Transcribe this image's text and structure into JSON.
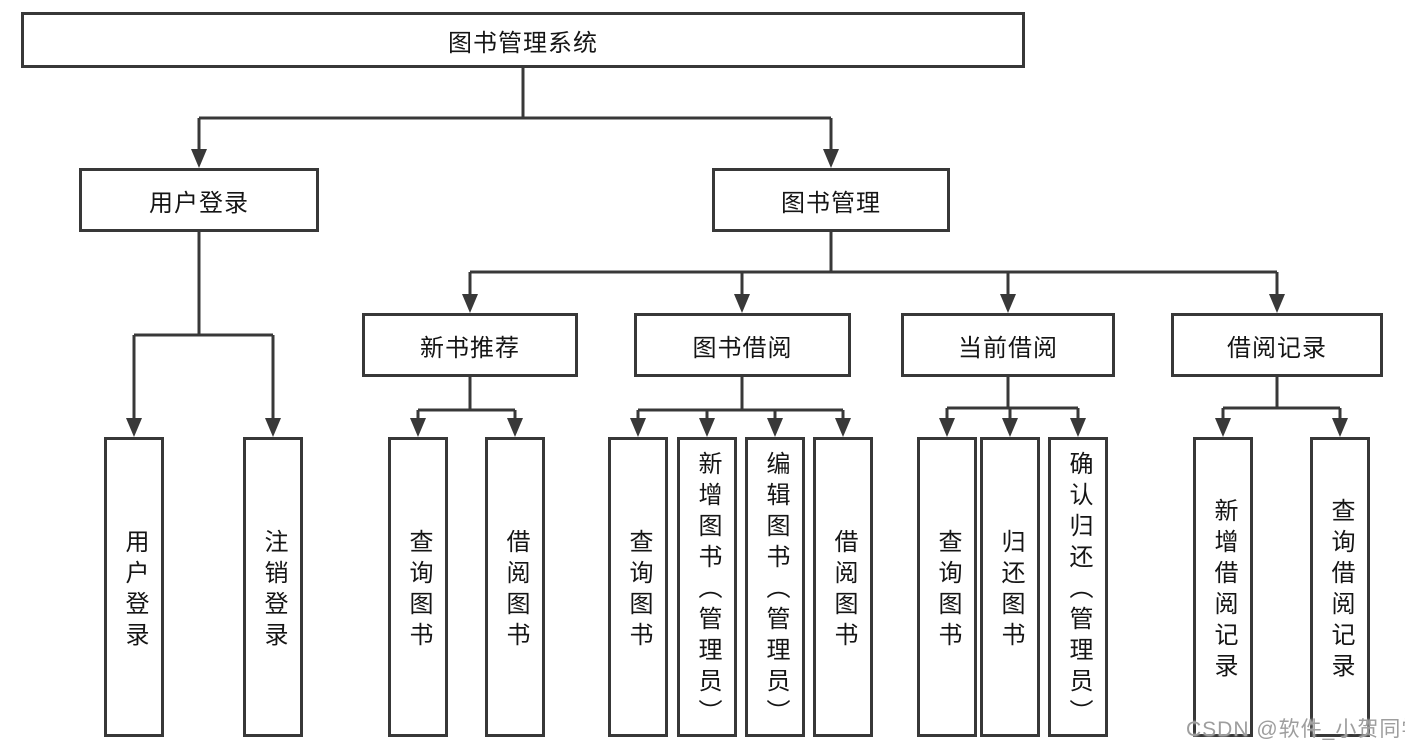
{
  "page": {
    "watermark": "CSDN @软件_小贺同学"
  },
  "colors": {
    "line": "#383838",
    "text": "#151515",
    "background": "#ffffff",
    "watermark": "#9e9e9e"
  },
  "nodes": {
    "root": "图书管理系统",
    "user_login": "用户登录",
    "book_mgmt": "图书管理",
    "new_book": "新书推荐",
    "book_borrow": "图书借阅",
    "current_borrow": "当前借阅",
    "borrow_record": "借阅记录",
    "leaf_user_login": "用户登录",
    "leaf_logout": "注销登录",
    "leaf_nb_query": "查询图书",
    "leaf_nb_borrow": "借阅图书",
    "leaf_bb_query": "查询图书",
    "leaf_bb_add": "新增图书（管理员）",
    "leaf_bb_edit": "编辑图书（管理员）",
    "leaf_bb_borrow": "借阅图书",
    "leaf_cb_query": "查询图书",
    "leaf_cb_return": "归还图书",
    "leaf_cb_confirm": "确认归还（管理员）",
    "leaf_br_add": "新增借阅记录",
    "leaf_br_query": "查询借阅记录"
  }
}
